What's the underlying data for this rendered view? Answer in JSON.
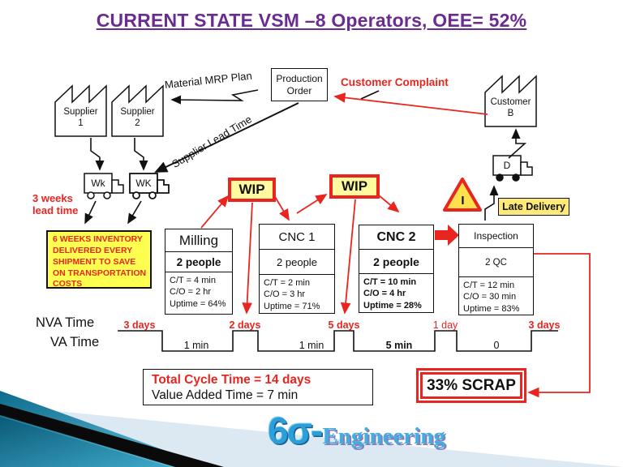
{
  "title": "CURRENT STATE VSM –8 Operators, OEE= 52%",
  "info": {
    "production_order_1": "Production",
    "production_order_2": "Order",
    "material_mrp": "Material MRP Plan",
    "supplier_lead_time": "Supplier Lead Time",
    "customer_complaint": "Customer Complaint",
    "lead_time_1": "3 weeks",
    "lead_time_2": "lead time",
    "late_delivery": "Late Delivery",
    "wip1": "WIP",
    "wip2": "WIP",
    "inventory_flag": "I"
  },
  "entities": {
    "supplier1_line1": "Supplier",
    "supplier1_line2": "1",
    "supplier2_line1": "Supplier",
    "supplier2_line2": "2",
    "customer_line1": "Customer",
    "customer_line2": "B",
    "truck1": "Wk",
    "truck2": "WK",
    "truck3": "D"
  },
  "inventory_note": {
    "l1": "6 WEEKS INVENTORY",
    "l2": "DELIVERED EVERY",
    "l3": "SHIPMENT TO SAVE",
    "l4": "ON TRANSPORTATION",
    "l5": "COSTS"
  },
  "processes": [
    {
      "name": "Milling",
      "staff": "2 people",
      "ct": "C/T = 4 min",
      "co": "C/O = 2 hr",
      "uptime": "Uptime = 64%"
    },
    {
      "name": "CNC 1",
      "staff": "2 people",
      "ct": "C/T = 2 min",
      "co": "C/O = 3 hr",
      "uptime": "Uptime = 71%"
    },
    {
      "name": "CNC 2",
      "staff": "2 people",
      "ct": "C/T = 10 min",
      "co": "C/O = 4 hr",
      "uptime": "Uptime = 28%"
    },
    {
      "name": "Inspection",
      "staff": "2 QC",
      "ct": "C/T = 12 min",
      "co": "C/O = 30 min",
      "uptime": "Uptime = 83%"
    }
  ],
  "timeline": {
    "nva_label": "NVA Time",
    "va_label": "VA Time",
    "nva": [
      "3 days",
      "2 days",
      "5 days",
      "1 day",
      "3 days"
    ],
    "va": [
      "1 min",
      "1 min",
      "5 min",
      "0"
    ]
  },
  "summary": {
    "total_cycle": "Total Cycle Time = 14 days",
    "value_added": "Value Added Time = 7 min",
    "scrap": "33% SCRAP"
  },
  "logo": {
    "prefix": "6σ-",
    "name": "Engineering"
  },
  "colors": {
    "title_purple": "#6A2C91",
    "alert_red": "#E8251F",
    "note_yellow": "#FFFF4F",
    "wip_yellow": "#FFF9A0",
    "teal": "#0D6B8C",
    "light_blue": "#DCE9F3",
    "logo_blue": "#2D9FD8"
  }
}
